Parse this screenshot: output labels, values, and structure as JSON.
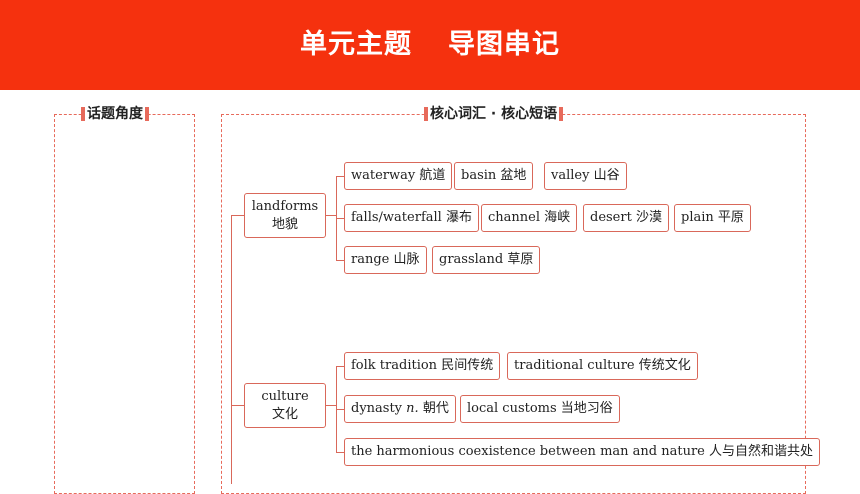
{
  "header": {
    "title_part1": "单元主题",
    "title_part2": "导图串记"
  },
  "panels": {
    "left_label": "话题角度",
    "right_label": "核心词汇 · 核心短语"
  },
  "categories": [
    {
      "name_en": "landforms",
      "name_zh": "地貌",
      "rows": [
        [
          "waterway 航道",
          "basin 盆地",
          "valley 山谷"
        ],
        [
          "falls/waterfall 瀑布",
          "channel 海峡",
          "desert 沙漠",
          "plain 平原"
        ],
        [
          "range 山脉",
          "grassland 草原"
        ]
      ]
    },
    {
      "name_en": "culture",
      "name_zh": "文化",
      "rows": [
        [
          "folk tradition 民间传统",
          "traditional culture 传统文化"
        ],
        [
          "dynasty",
          "local customs 当地习俗"
        ],
        [
          "the harmonious coexistence between man and nature 人与自然和谐共处"
        ]
      ],
      "dynasty_pos": "n.",
      "dynasty_zh": "朝代"
    }
  ]
}
